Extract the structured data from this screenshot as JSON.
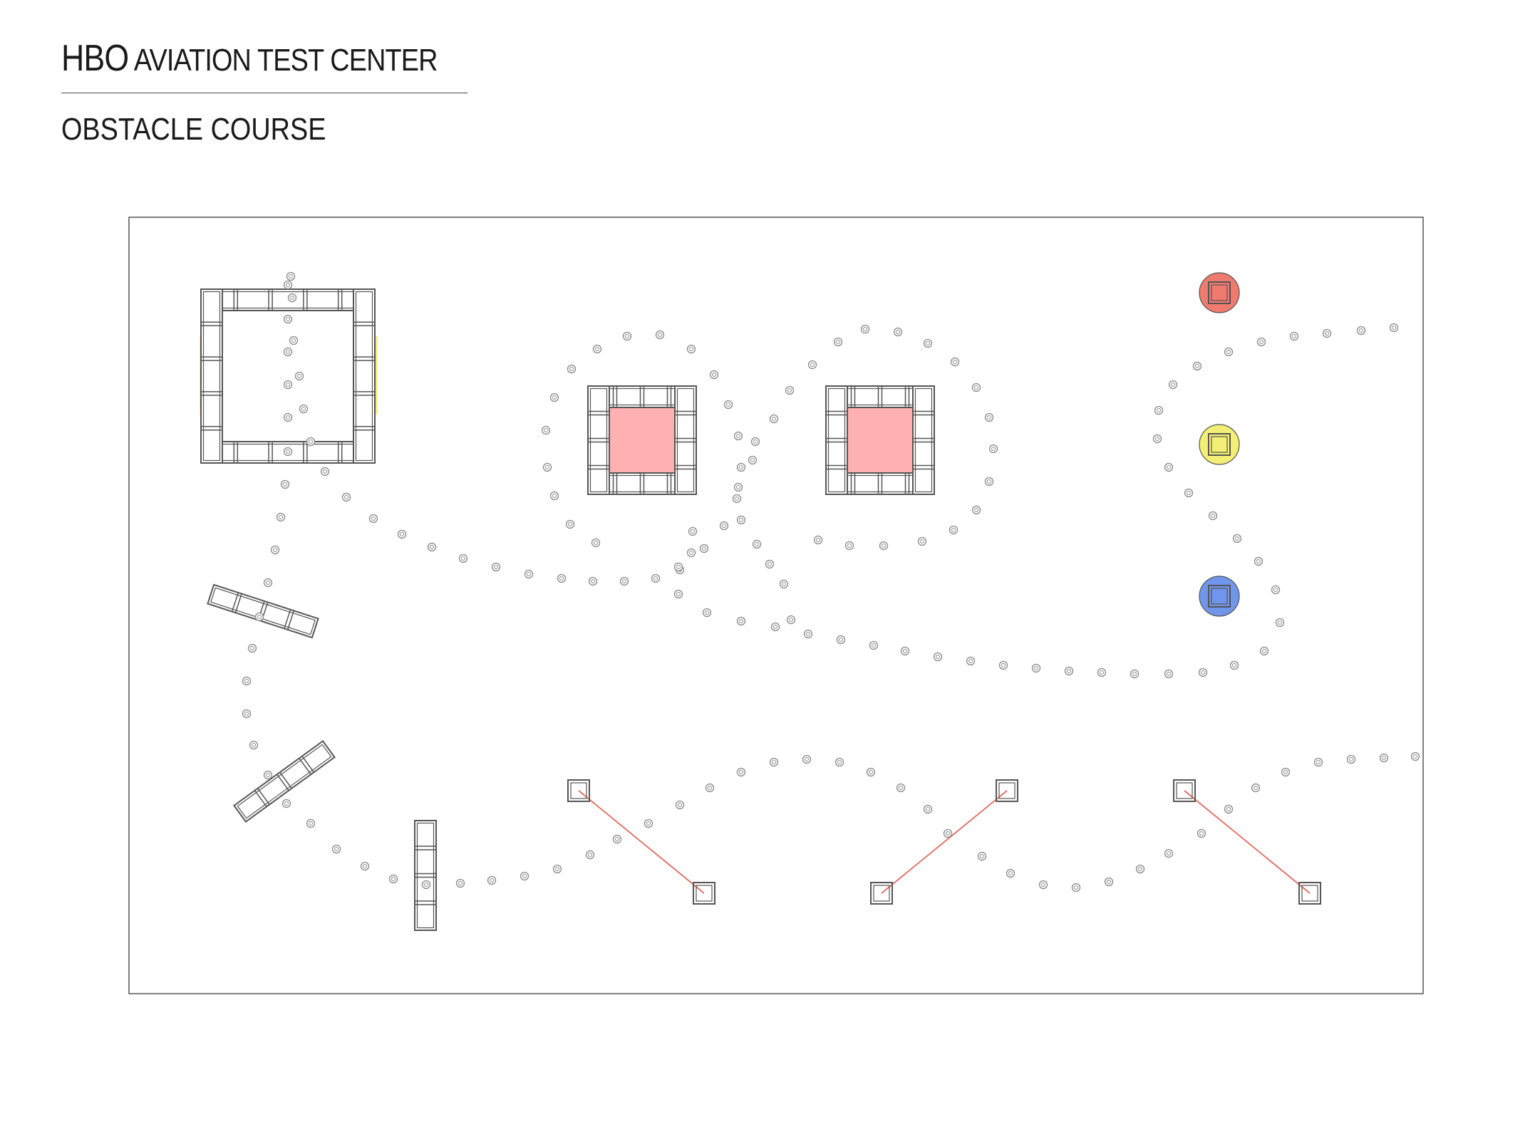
{
  "header": {
    "brand": "HBO",
    "title_rest": "AVIATION TEST CENTER",
    "subtitle": "OBSTACLE COURSE"
  },
  "colors": {
    "red_target": "#ef7b6f",
    "yellow_target": "#f3ef74",
    "blue_target": "#6f96ea",
    "landing_zone": "#ffb0b0",
    "frame_edge_highlight": "#f5f08a",
    "rope": "#e06a5c",
    "truss": "#555555",
    "path_marker": "#888888"
  },
  "icons": [
    "truss-frame-icon",
    "path-marker-icon",
    "target-disc-icon",
    "rope-line-icon"
  ]
}
